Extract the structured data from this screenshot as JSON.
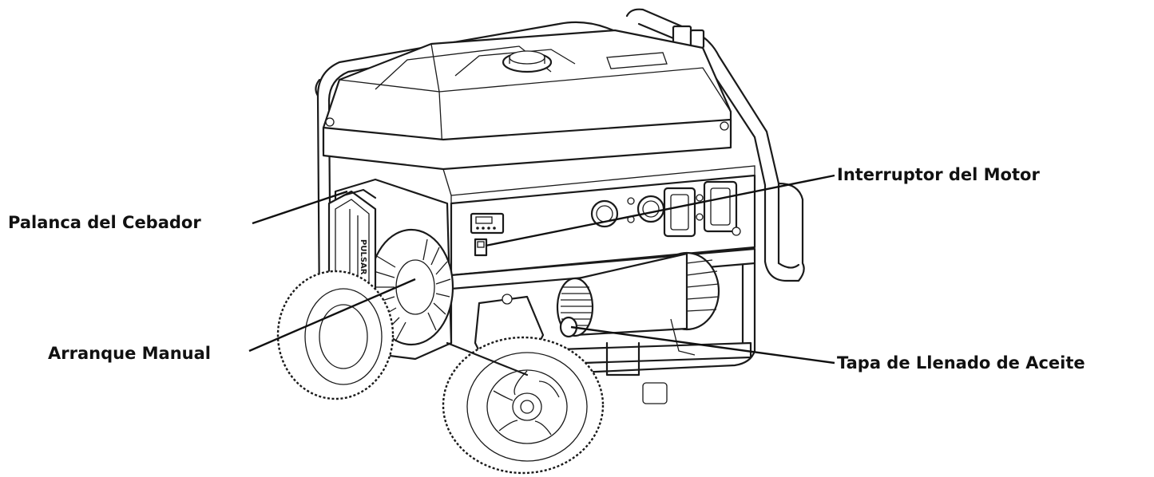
{
  "labels": {
    "choke_lever": "Palanca del Cebador",
    "manual_start": "Arranque Manual",
    "engine_switch": "Interruptor del Motor",
    "oil_fill_cap": "Tapa de Llenado de Aceite"
  },
  "brand_mark": "PULSAR",
  "icons": {
    "generator": "portable-generator-illustration"
  }
}
